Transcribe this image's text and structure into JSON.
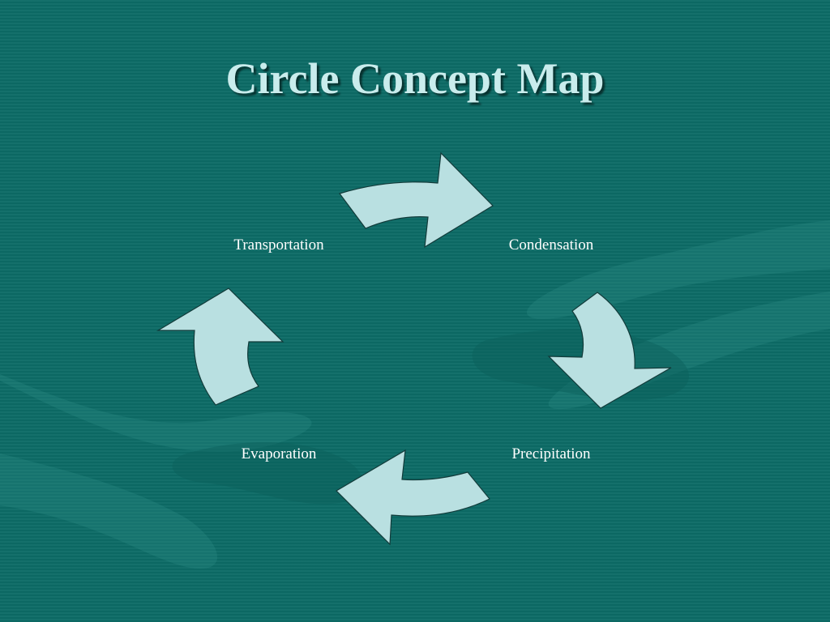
{
  "slide": {
    "title": "Circle Concept Map"
  },
  "cycle": {
    "nodes": [
      {
        "id": "condensation",
        "label": "Condensation"
      },
      {
        "id": "precipitation",
        "label": "Precipitation"
      },
      {
        "id": "evaporation",
        "label": "Evaporation"
      },
      {
        "id": "transportation",
        "label": "Transportation"
      }
    ],
    "flow": [
      "Transportation",
      "Condensation",
      "Precipitation",
      "Evaporation",
      "Transportation"
    ]
  },
  "colors": {
    "background": "#0c6b66",
    "title": "#c9ecec",
    "arrow_fill": "#b9e0e1",
    "arrow_stroke": "#123b3a",
    "label": "#ffffff"
  }
}
